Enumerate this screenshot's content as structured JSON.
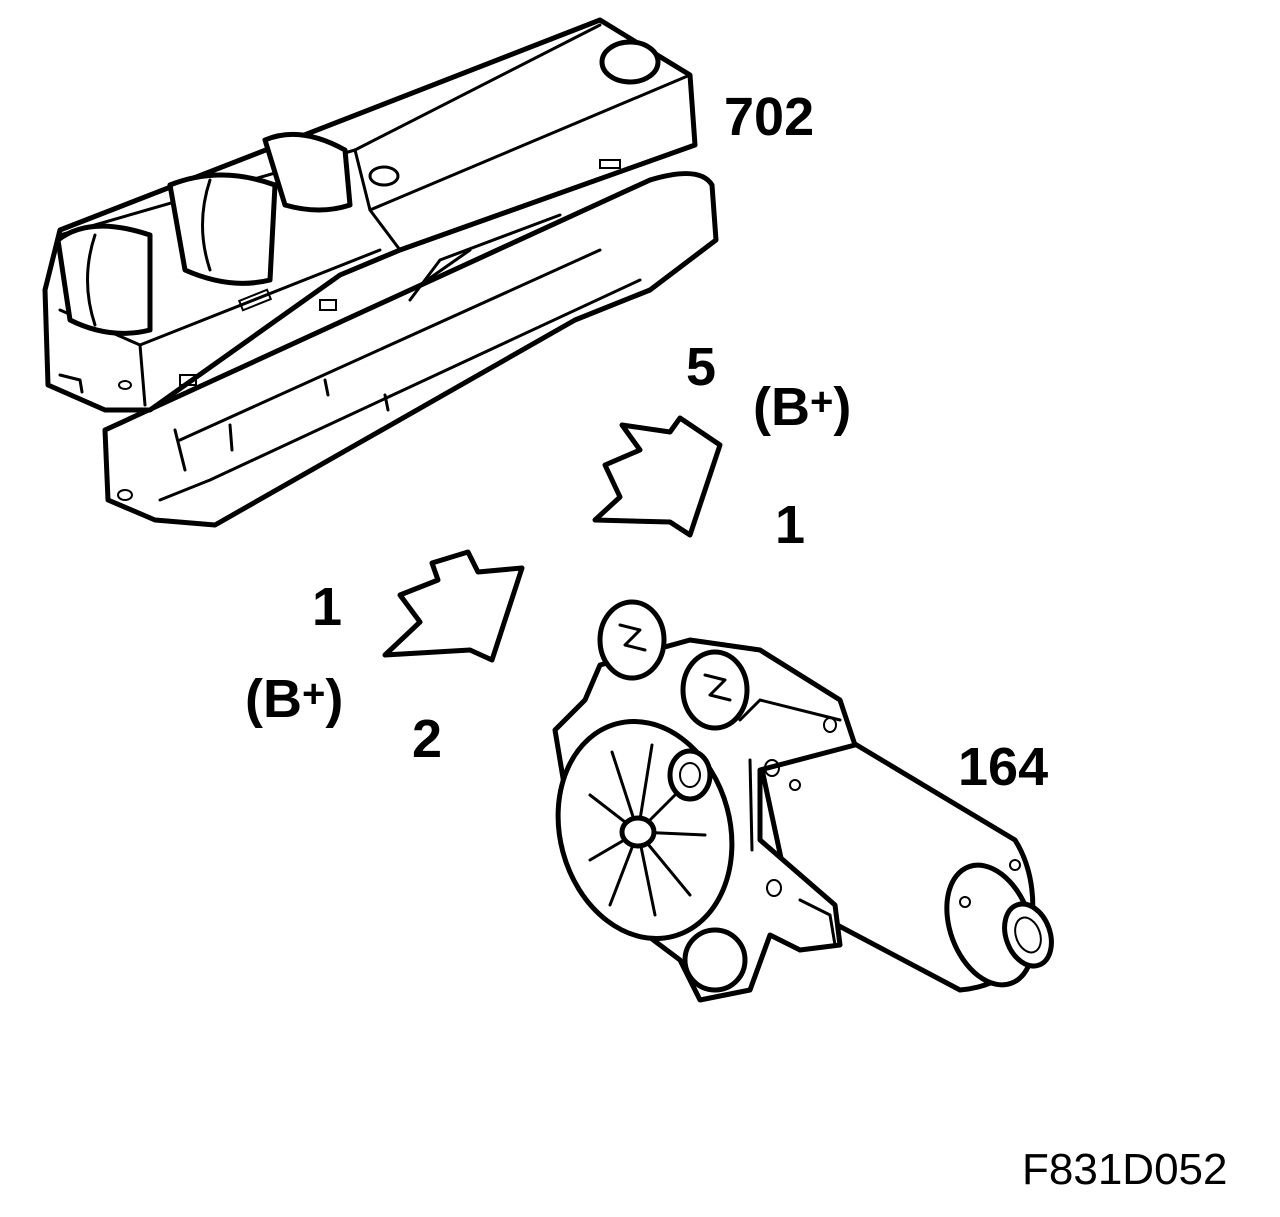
{
  "labels": {
    "switch_unit": "702",
    "motor": "164",
    "pin_5": "5",
    "pin_1_top": "1",
    "pin_1_left": "1",
    "pin_2": "2",
    "b_plus_top": "B",
    "b_plus_left": "B",
    "plus_sign": "+",
    "figure_code": "F831D052"
  }
}
